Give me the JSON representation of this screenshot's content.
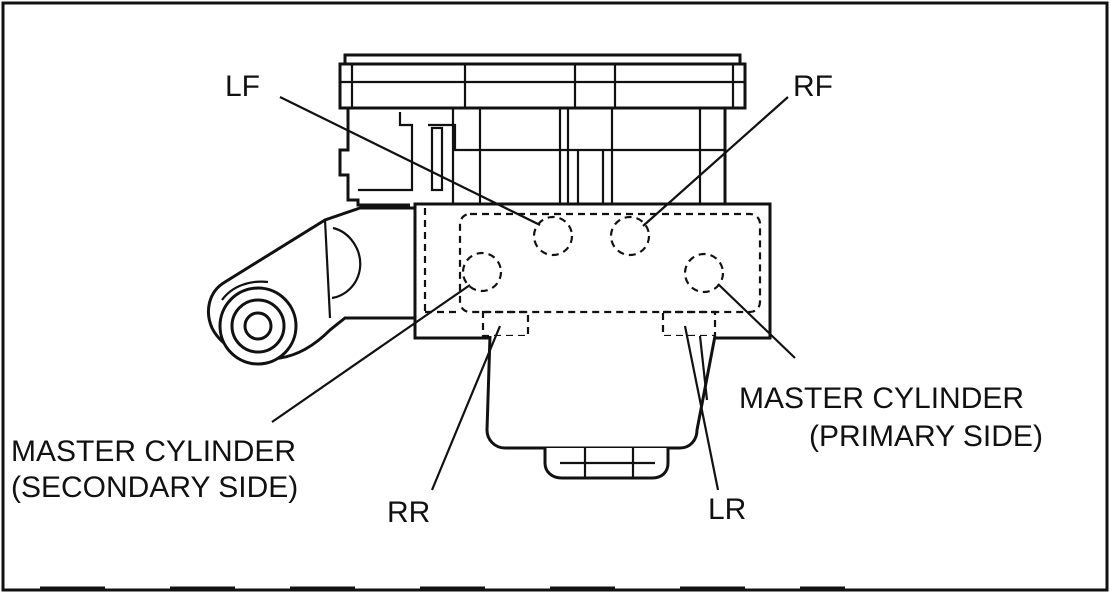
{
  "labels": {
    "lf": "LF",
    "rf": "RF",
    "master_secondary_line1": "MASTER CYLINDER",
    "master_secondary_line2": "(SECONDARY SIDE)",
    "master_primary_line1": "MASTER CYLINDER",
    "master_primary_line2": "(PRIMARY SIDE)",
    "rr": "RR",
    "lr": "LR"
  }
}
